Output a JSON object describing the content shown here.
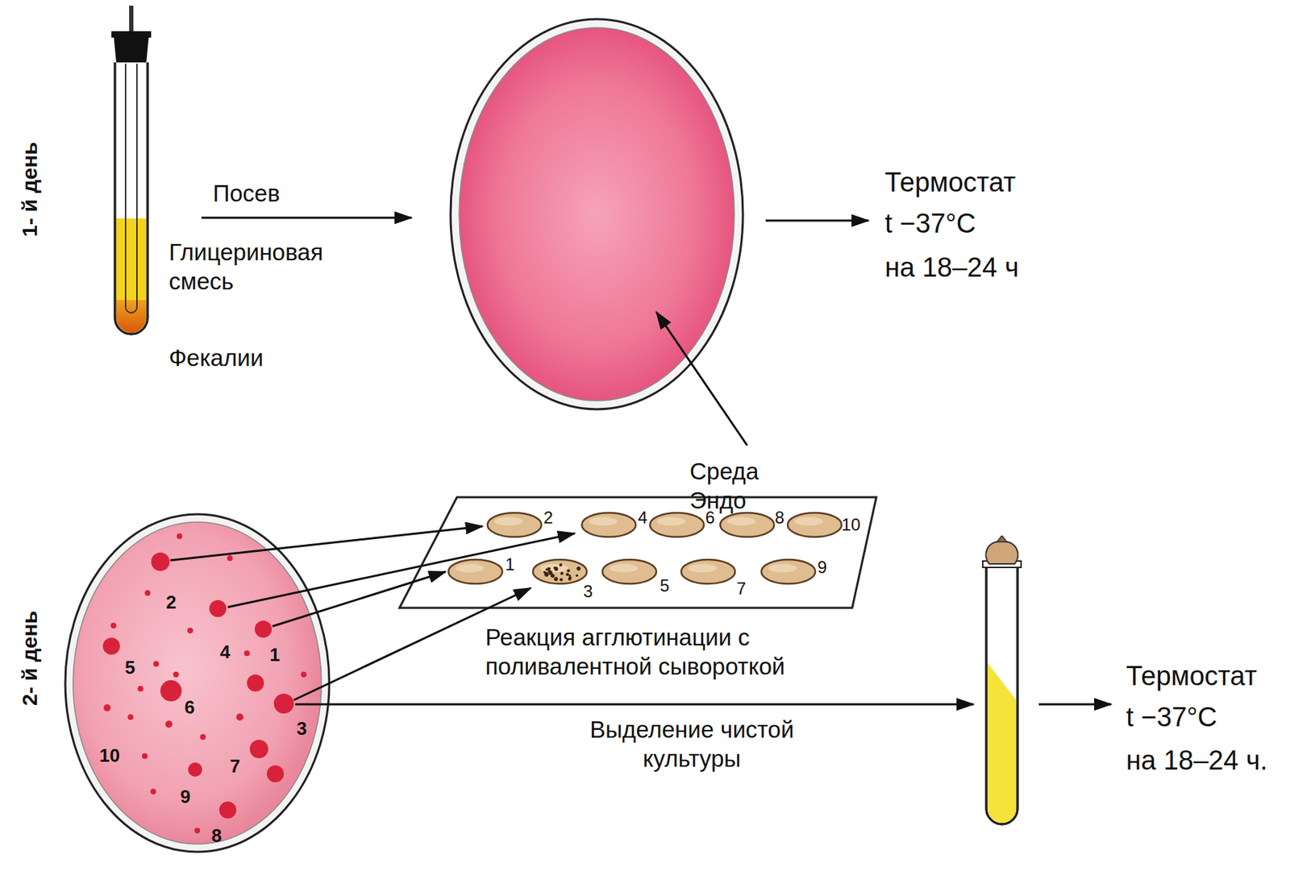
{
  "diagram": {
    "nodes": [
      {
        "text": [
          "Глицериновая смесь",
          "Фекалии"
        ]
      },
      {
        "text": [
          "Среда Эндо"
        ]
      },
      {
        "text": [
          "Термостат",
          "t −37°C",
          "на 18–24 ч"
        ]
      },
      {
        "text": [
          "2",
          "4",
          "5",
          "1",
          "6",
          "3",
          "10",
          "7",
          "9",
          "8"
        ]
      },
      {
        "text": [
          "2",
          "4",
          "6",
          "8",
          "10",
          "1",
          "3",
          "5",
          "7",
          "9",
          "Реакция агглютинации с поливалентной сывороткой"
        ]
      },
      {
        "text": []
      },
      {
        "text": [
          "Термостат",
          "t −37°C",
          "на 18–24 ч."
        ]
      }
    ],
    "edges": [
      {
        "from": 0,
        "to": 1,
        "label": "Посев",
        "arrow": "to"
      },
      {
        "from": 1,
        "to": 2,
        "arrow": "to"
      },
      {
        "from": 3,
        "to": 4,
        "arrow": "to"
      },
      {
        "from": 3,
        "to": 4,
        "arrow": "to"
      },
      {
        "from": 3,
        "to": 4,
        "arrow": "to"
      },
      {
        "from": 3,
        "to": 4,
        "arrow": "to"
      },
      {
        "from": 3,
        "to": 5,
        "label": "Выделение чистой культуры",
        "arrow": "to"
      },
      {
        "from": 5,
        "to": 6,
        "arrow": "to"
      }
    ],
    "labels": [
      "1- й день",
      "2- й день"
    ]
  }
}
